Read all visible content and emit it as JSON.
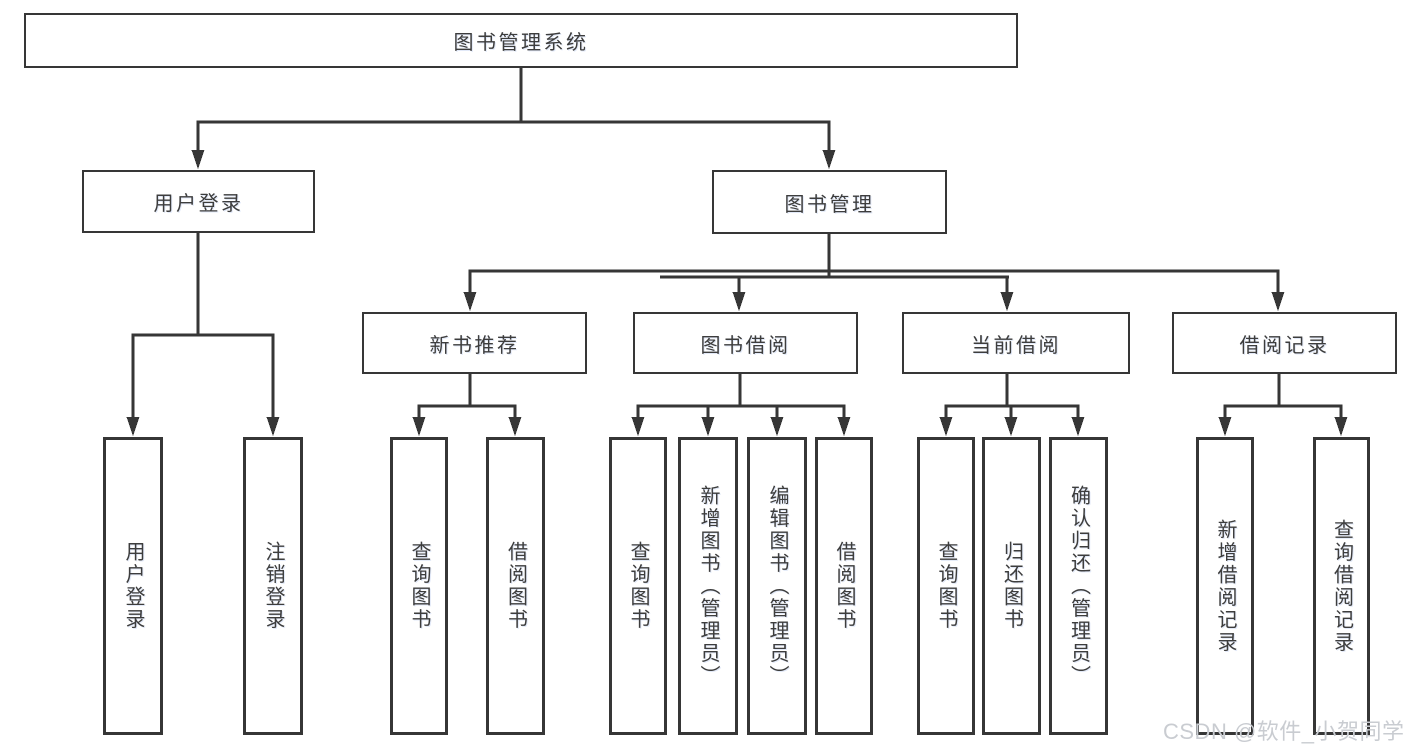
{
  "diagram": {
    "root": {
      "label": "图书管理系统"
    },
    "level2": [
      {
        "label": "用户登录"
      },
      {
        "label": "图书管理"
      }
    ],
    "level3": [
      {
        "label": "新书推荐",
        "parent": "图书管理"
      },
      {
        "label": "图书借阅",
        "parent": "图书管理"
      },
      {
        "label": "当前借阅",
        "parent": "图书管理"
      },
      {
        "label": "借阅记录",
        "parent": "图书管理"
      }
    ],
    "leaves": [
      {
        "label": "用户登录",
        "parent": "用户登录"
      },
      {
        "label": "注销登录",
        "parent": "用户登录"
      },
      {
        "label": "查询图书",
        "parent": "新书推荐"
      },
      {
        "label": "借阅图书",
        "parent": "新书推荐"
      },
      {
        "label": "查询图书",
        "parent": "图书借阅"
      },
      {
        "label": "新增图书（管理员）",
        "parent": "图书借阅"
      },
      {
        "label": "编辑图书（管理员）",
        "parent": "图书借阅"
      },
      {
        "label": "借阅图书",
        "parent": "图书借阅"
      },
      {
        "label": "查询图书",
        "parent": "当前借阅"
      },
      {
        "label": "归还图书",
        "parent": "当前借阅"
      },
      {
        "label": "确认归还（管理员）",
        "parent": "当前借阅"
      },
      {
        "label": "新增借阅记录",
        "parent": "借阅记录"
      },
      {
        "label": "查询借阅记录",
        "parent": "借阅记录"
      }
    ]
  },
  "watermark": {
    "text": "CSDN @软件_小贺同学"
  },
  "colors": {
    "line": "#363636",
    "text": "#3d3d3d",
    "box_fill": "#ffffff",
    "background": "#ffffff",
    "watermark": "#c9ccd1"
  }
}
